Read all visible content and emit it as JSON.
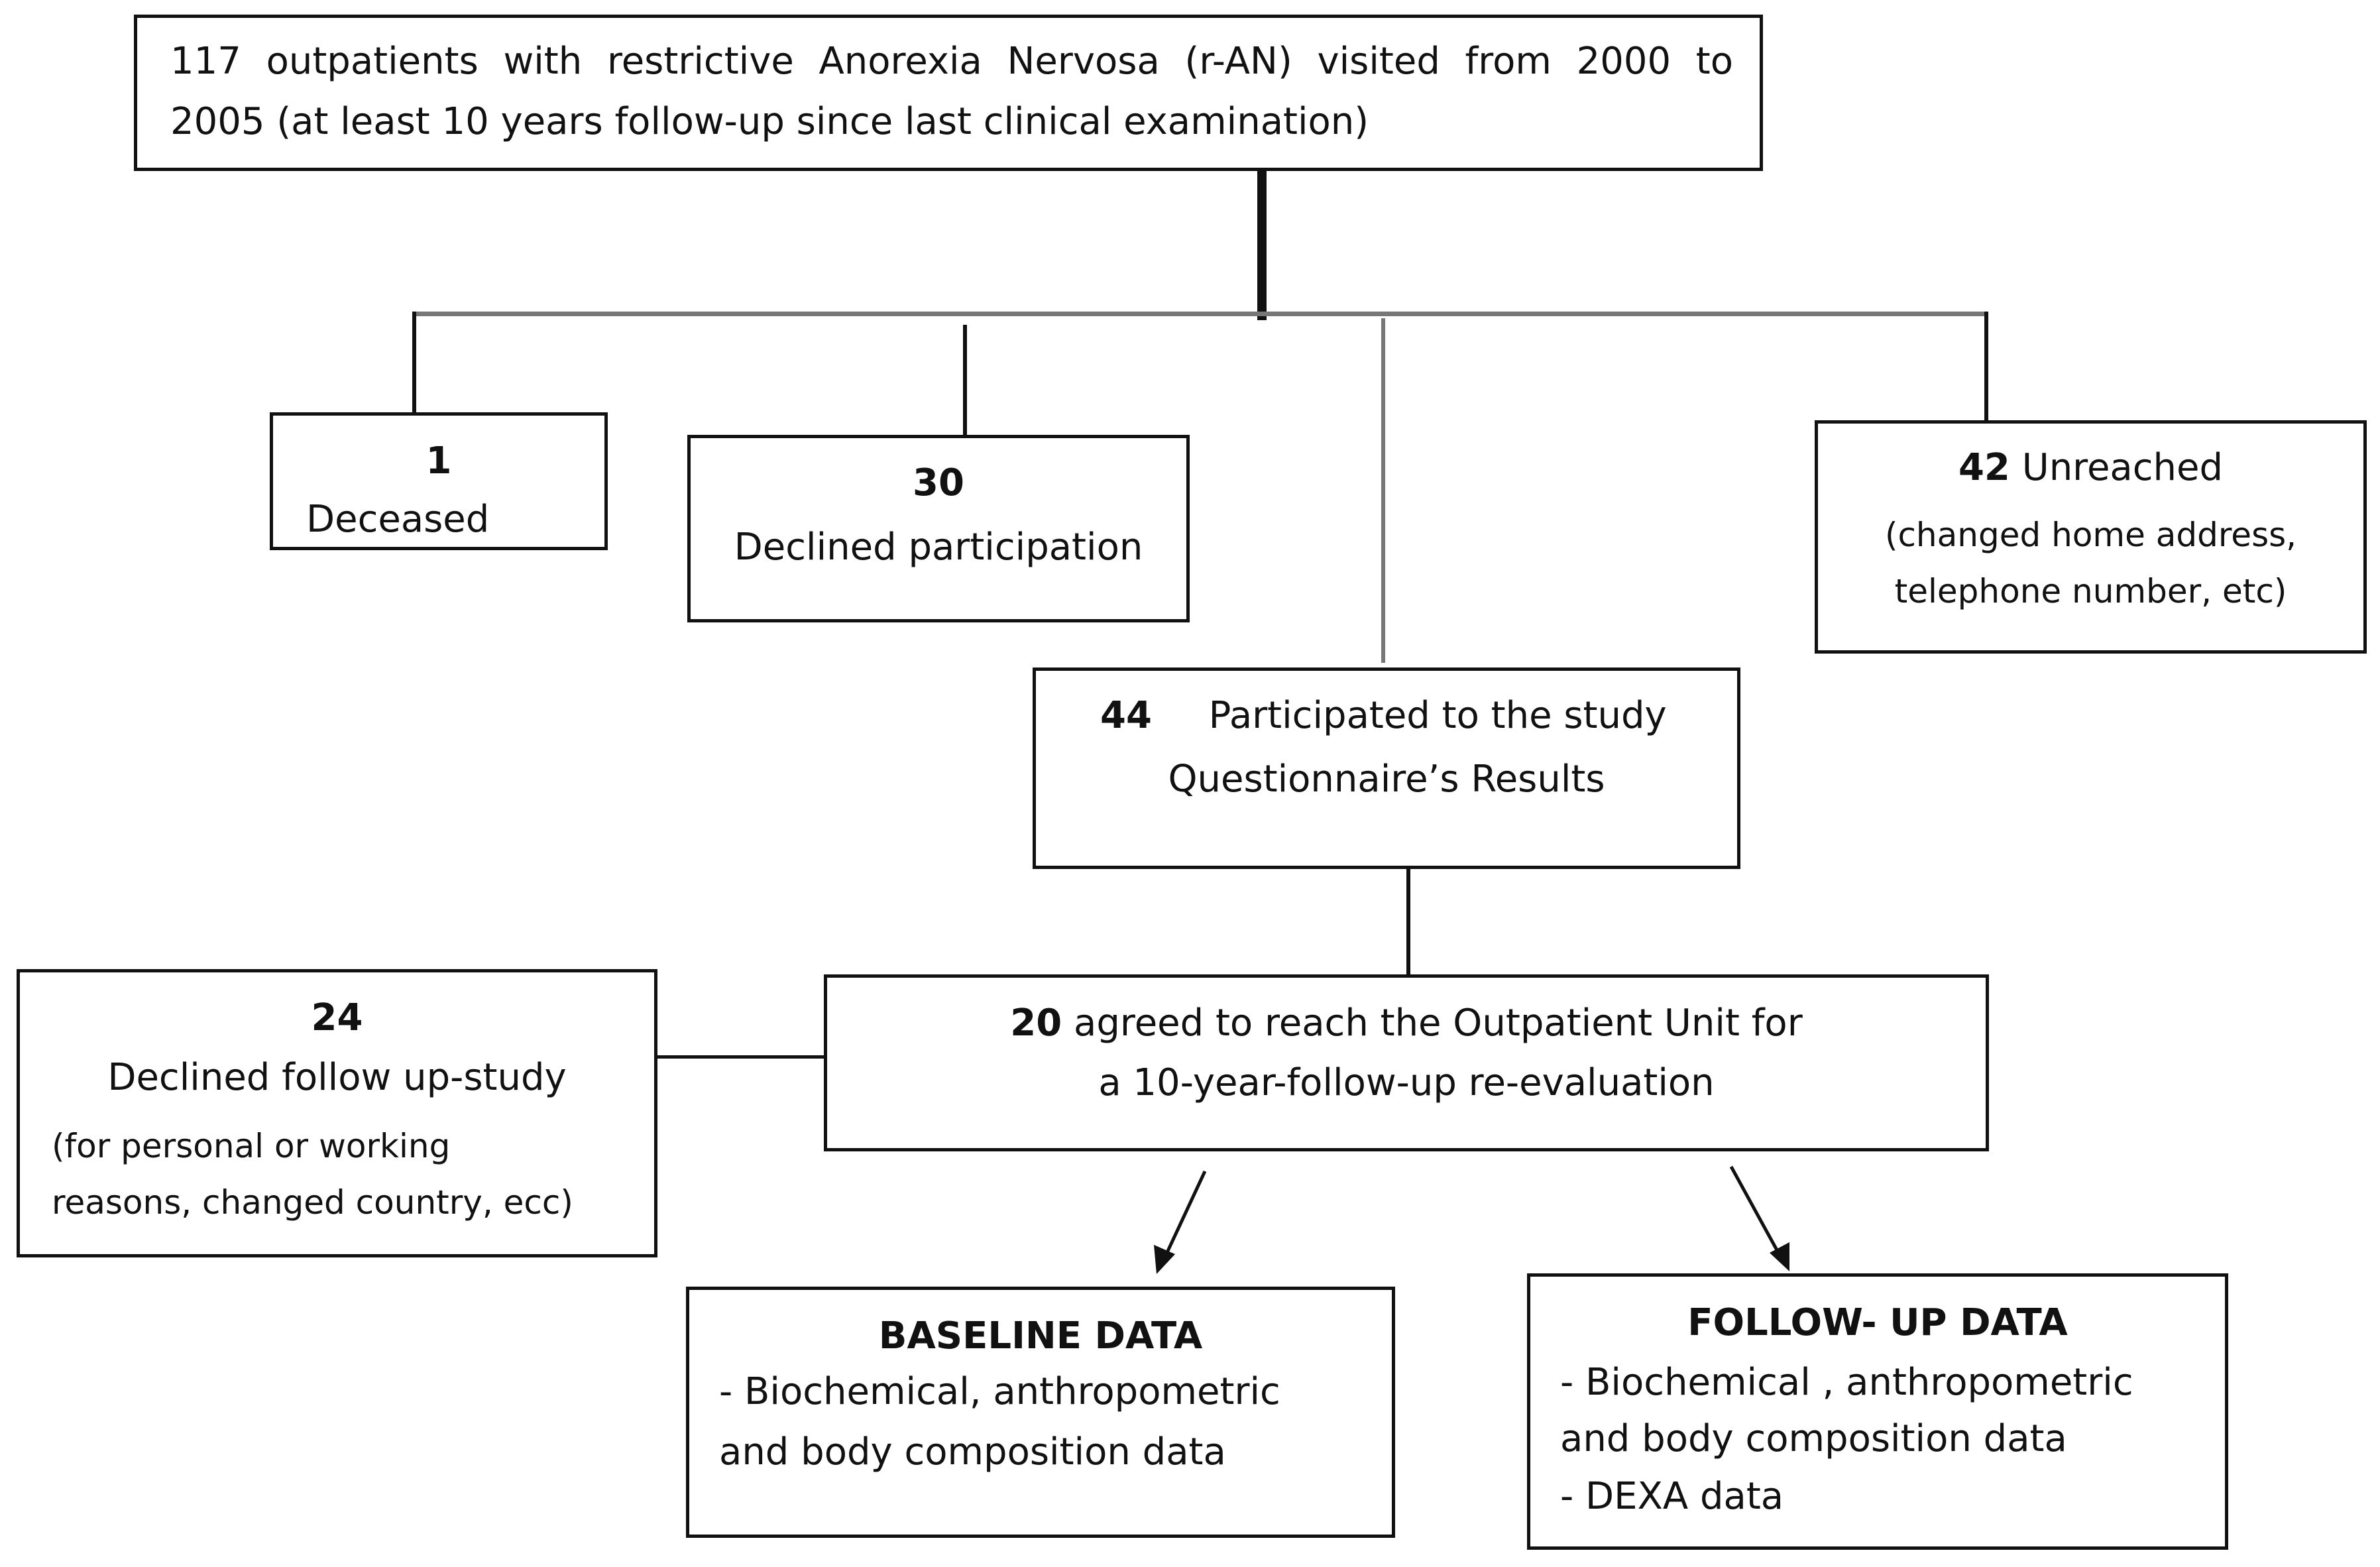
{
  "flowchart": {
    "top": {
      "line1": "117 outpatients with restrictive Anorexia Nervosa (r-AN) visited from 2000 to",
      "line2": "2005 (at least 10 years follow-up since  last clinical examination)"
    },
    "deceased": {
      "count": "1",
      "label": "Deceased"
    },
    "declined": {
      "count": "30",
      "label": "Declined participation"
    },
    "unreached": {
      "count": "42",
      "label": "Unreached",
      "note_line1": "(changed home address,",
      "note_line2": "telephone number, etc)"
    },
    "participated": {
      "count": "44",
      "label": "Participated to the study",
      "label2": "Questionnaire’s Results"
    },
    "declined_follow": {
      "count": "24",
      "label": "Declined follow up-study",
      "note_line1": "(for personal or working",
      "note_line2": "reasons, changed country, ecc)"
    },
    "agreed": {
      "count": "20",
      "label": "agreed to reach the Outpatient Unit for",
      "label2": "a 10-year-follow-up re-evaluation"
    },
    "baseline": {
      "title": "BASELINE DATA",
      "line1": "-   Biochemical,   anthropometric",
      "line2": "and body composition data"
    },
    "followup": {
      "title": "FOLLOW- UP  DATA",
      "line1": "-  Biochemical  ,  anthropometric",
      "line2": "and body composition data",
      "line3": "- DEXA data"
    }
  }
}
